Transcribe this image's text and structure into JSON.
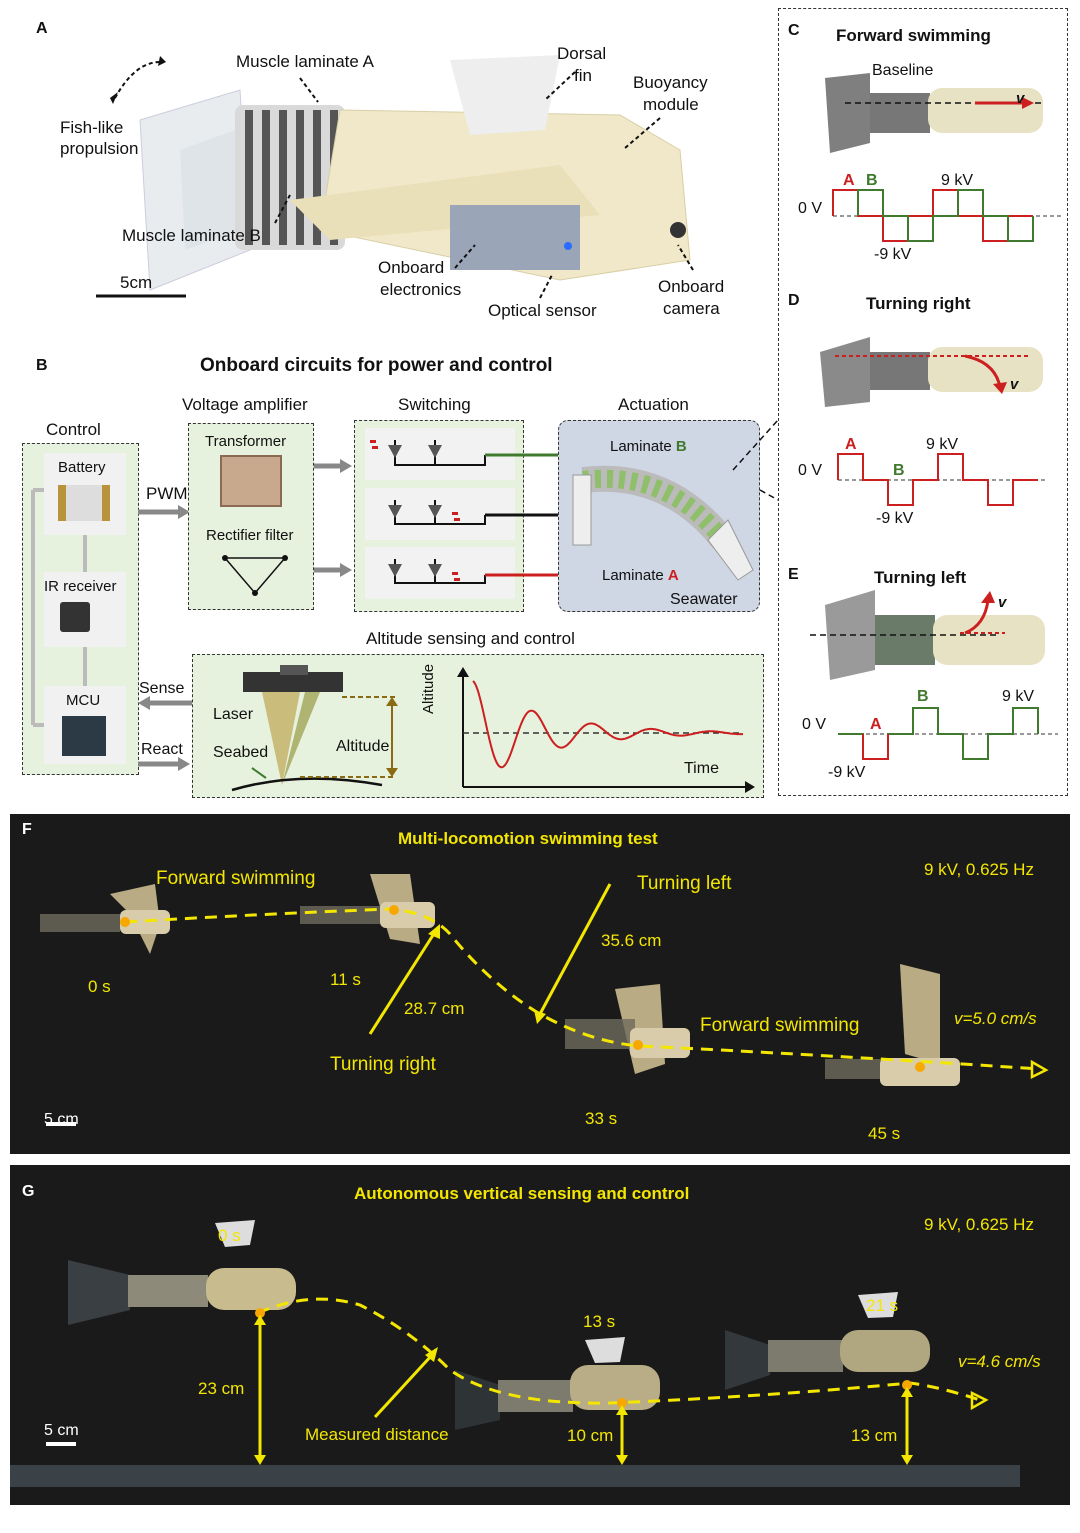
{
  "panel_letters": {
    "A": "A",
    "B": "B",
    "C": "C",
    "D": "D",
    "E": "E",
    "F": "F",
    "G": "G"
  },
  "panel_a": {
    "fish_like": "Fish-like",
    "propulsion": "propulsion",
    "muscle_a": "Muscle laminate A",
    "muscle_b": "Muscle laminate B",
    "dorsal": "Dorsal",
    "fin": "fin",
    "buoyancy": "Buoyancy",
    "module": "module",
    "onboard1": "Onboard",
    "electronics": "electronics",
    "optical": "Optical sensor",
    "onboard2": "Onboard",
    "camera": "camera",
    "scale": "5cm"
  },
  "panel_b": {
    "title": "Onboard circuits for power and control",
    "control": "Control",
    "battery": "Battery",
    "ir": "IR receiver",
    "mcu": "MCU",
    "pwm": "PWM",
    "sense": "Sense",
    "react": "React",
    "voltage_amp": "Voltage amplifier",
    "transformer": "Transformer",
    "rectifier": "Rectifier filter",
    "switching": "Switching",
    "actuation": "Actuation",
    "laminate": "Laminate",
    "laminate_b_letter": "B",
    "laminate_a_letter": "A",
    "seawater": "Seawater",
    "altitude_title": "Altitude sensing and  control",
    "laser": "Laser",
    "seabed": "Seabed",
    "altitude": "Altitude",
    "axis_y": "Altitude",
    "axis_x": "Time"
  },
  "panel_c": {
    "title": "Forward  swimming",
    "baseline": "Baseline",
    "v": "v",
    "a": "A",
    "b": "B",
    "pos": "9 kV",
    "zero": "0 V",
    "neg": "-9 kV"
  },
  "panel_d": {
    "title": "Turning right",
    "v": "v",
    "a": "A",
    "b": "B",
    "pos": "9 kV",
    "zero": "0 V",
    "neg": "-9 kV"
  },
  "panel_e": {
    "title": "Turning left",
    "v": "v",
    "a": "A",
    "b": "B",
    "pos": "9 kV",
    "zero": "0 V",
    "neg": "-9 kV"
  },
  "panel_f": {
    "title": "Multi-locomotion swimming test",
    "params": "9 kV, 0.625 Hz",
    "fwd1": "Forward swimming",
    "fwd2": "Forward swimming",
    "left": "Turning left",
    "right": "Turning right",
    "d1": "35.6 cm",
    "d2": "28.7 cm",
    "t0": "0 s",
    "t1": "11 s",
    "t2": "33 s",
    "t3": "45 s",
    "velocity": "v=5.0 cm/s",
    "scale": "5 cm"
  },
  "panel_g": {
    "title": "Autonomous vertical sensing and control",
    "params": "9 kV, 0.625 Hz",
    "t0": "0 s",
    "t1": "13 s",
    "t2": "21 s",
    "h0": "23 cm",
    "h1": "10 cm",
    "h2": "13 cm",
    "measured": "Measured distance",
    "velocity": "v=4.6 cm/s",
    "scale": "5 cm"
  },
  "colors": {
    "green": "#3f7a2e",
    "red": "#cc1f1f",
    "yellow": "#f3e600",
    "panel_bg": "#e6f2de",
    "act_bg": "#cfd6e4"
  }
}
